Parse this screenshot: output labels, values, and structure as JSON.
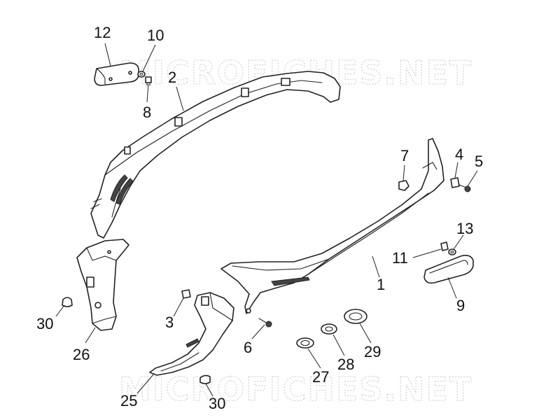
{
  "watermark": "MICROFICHES.NET",
  "callouts": [
    "12",
    "10",
    "2",
    "8",
    "7",
    "4",
    "5",
    "13",
    "11",
    "1",
    "9",
    "30",
    "26",
    "3",
    "6",
    "27",
    "28",
    "29",
    "25",
    "30"
  ],
  "colors": {
    "line": "#222222",
    "text": "#111111",
    "watermark": "#d4d4d4"
  }
}
